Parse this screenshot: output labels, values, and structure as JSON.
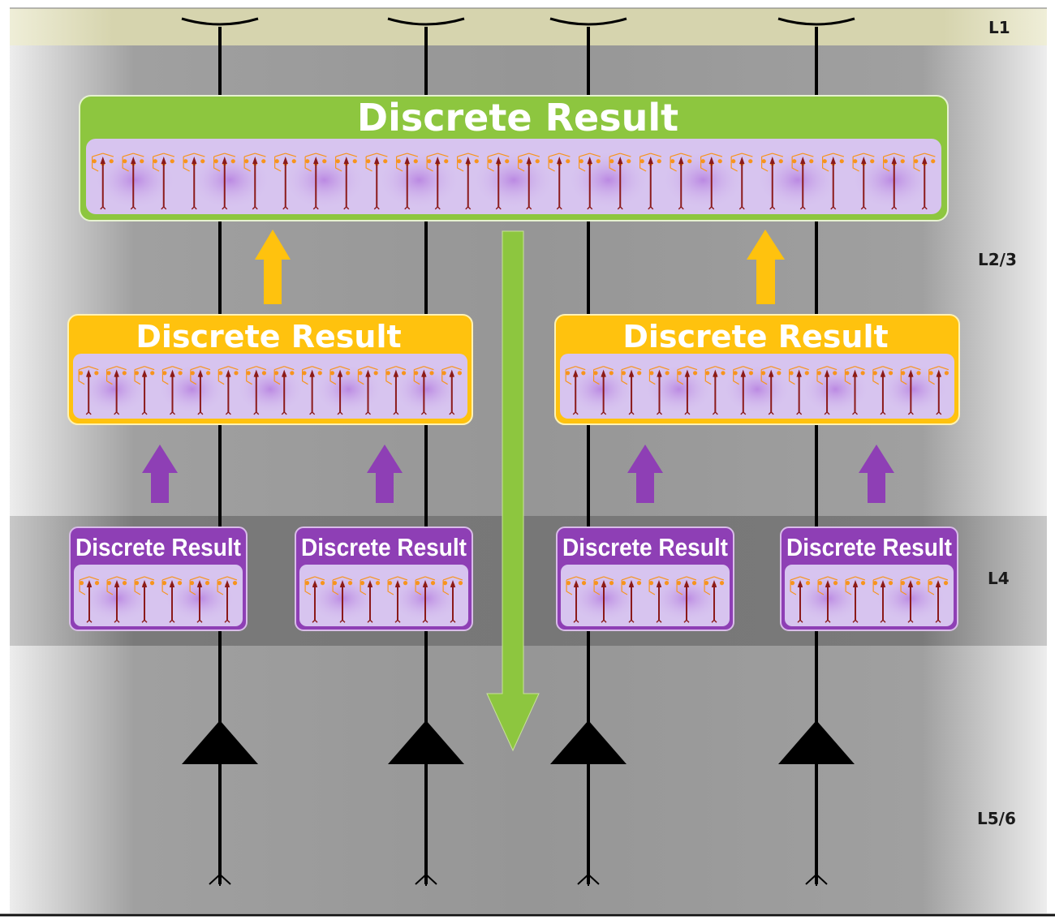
{
  "layers": {
    "l1": "L1",
    "l23": "L2/3",
    "l4": "L4",
    "l56": "L5/6"
  },
  "green_box": {
    "title": "Discrete Result",
    "neuron_count": 28
  },
  "yellow_boxes": [
    {
      "title": "Discrete Result",
      "neuron_count": 14
    },
    {
      "title": "Discrete Result",
      "neuron_count": 14
    }
  ],
  "purple_boxes": [
    {
      "title": "Discrete Result",
      "neuron_count": 6
    },
    {
      "title": "Discrete Result",
      "neuron_count": 6
    },
    {
      "title": "Discrete Result",
      "neuron_count": 6
    },
    {
      "title": "Discrete Result",
      "neuron_count": 6
    }
  ],
  "colors": {
    "green": "#8dc63f",
    "yellow": "#ffc20e",
    "purple": "#8e3fb5",
    "lavender": "#d7c4ef",
    "neuron_red": "#8b1a1a",
    "dendrite_orange": "#f7941d",
    "l1_band": "#d5d3ad",
    "cortex_gray": "#9a9a9a",
    "l4_band": "#7d7d7d"
  },
  "icons": {
    "pyramidal_cell": "triangle-icon",
    "up_arrow": "up-arrow-icon",
    "down_arrow": "down-arrow-icon"
  }
}
